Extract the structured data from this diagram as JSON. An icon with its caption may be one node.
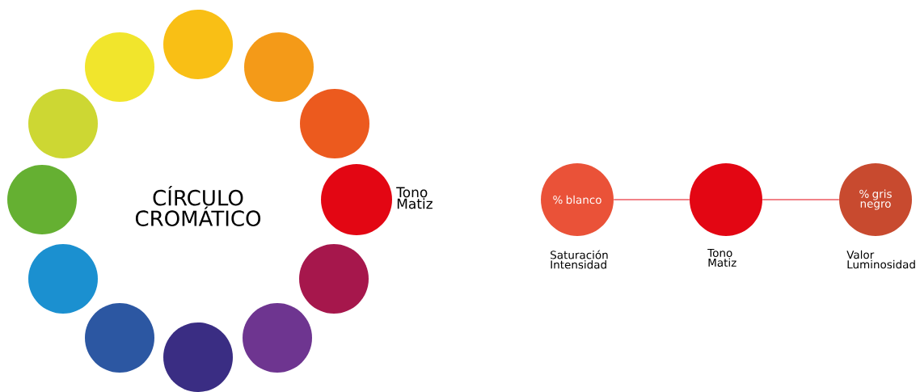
{
  "diagram": {
    "nodes": [
      {
        "text": [],
        "shape": "circle"
      },
      {
        "text": [],
        "shape": "circle"
      },
      {
        "text": [],
        "shape": "circle"
      },
      {
        "text": [],
        "shape": "circle",
        "beside": [
          "Tono Matiz"
        ]
      },
      {
        "text": [],
        "shape": "circle"
      },
      {
        "text": [],
        "shape": "circle"
      },
      {
        "text": [],
        "shape": "circle"
      },
      {
        "text": [],
        "shape": "circle"
      },
      {
        "text": [],
        "shape": "circle"
      },
      {
        "text": [],
        "shape": "circle"
      },
      {
        "text": [],
        "shape": "circle"
      },
      {
        "text": [],
        "shape": "circle"
      },
      {
        "text": [
          "% blanco"
        ],
        "beside": [
          "Saturación Intensidad"
        ]
      },
      {
        "text": [],
        "shape": "circle",
        "beside": [
          "Tono Matiz"
        ]
      },
      {
        "text": [
          "% gris negro"
        ],
        "beside": [
          "Valor Luminosidad"
        ]
      }
    ],
    "edges": [
      {
        "from": 12,
        "to": 13,
        "arrow": "none"
      },
      {
        "from": 13,
        "to": 14,
        "arrow": "none"
      }
    ],
    "labels": [
      "CÍRCULO CROMÁTICO"
    ]
  }
}
